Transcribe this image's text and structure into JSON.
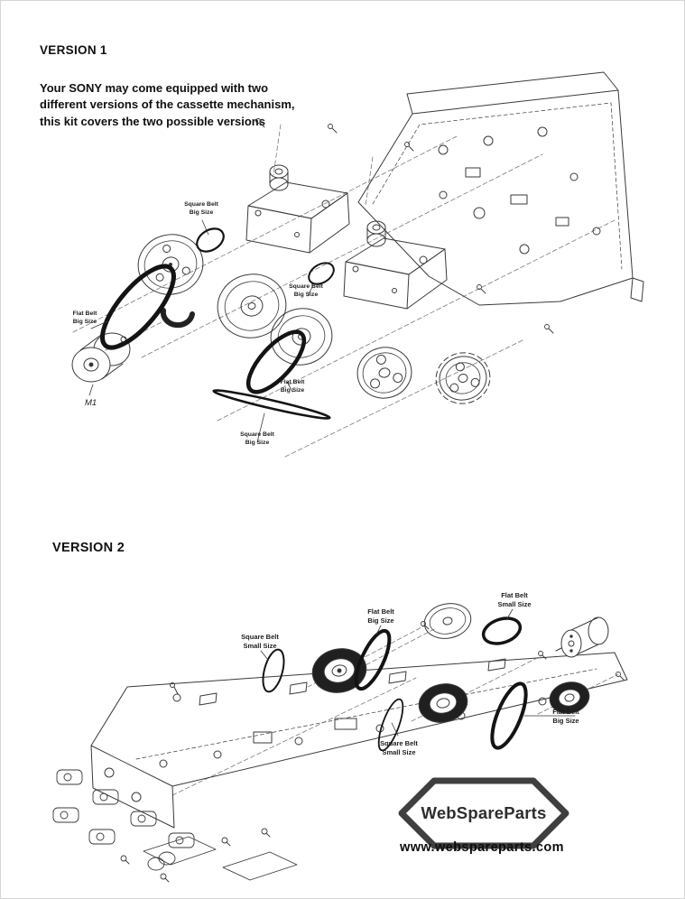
{
  "version1": {
    "title": "VERSION 1",
    "intro": "Your SONY may come equipped with two different versions of the cassette mechanism, this kit covers the two possible versions",
    "motor_label": "M1",
    "labels": [
      {
        "line1": "Square Belt",
        "line2": "Big Size"
      },
      {
        "line1": "Flat Belt",
        "line2": "Big Size"
      },
      {
        "line1": "Square Belt",
        "line2": "Big Size"
      },
      {
        "line1": "Flat Belt",
        "line2": "Big Size"
      },
      {
        "line1": "Square Belt",
        "line2": "Big Size"
      }
    ]
  },
  "version2": {
    "title": "VERSION 2",
    "labels": [
      {
        "line1": "Square Belt",
        "line2": "Small Size"
      },
      {
        "line1": "Flat Belt",
        "line2": "Big Size"
      },
      {
        "line1": "Flat Belt",
        "line2": "Small Size"
      },
      {
        "line1": "Square Belt",
        "line2": "Small Size"
      },
      {
        "line1": "Flat Belt",
        "line2": "Big Size"
      }
    ]
  },
  "footer": {
    "brand": "WebSpareParts",
    "url": "www.webspareparts.com"
  },
  "colors": {
    "ink": "#3a3a3a",
    "belt": "#141414",
    "logo_outline": "#3f3f3f"
  }
}
